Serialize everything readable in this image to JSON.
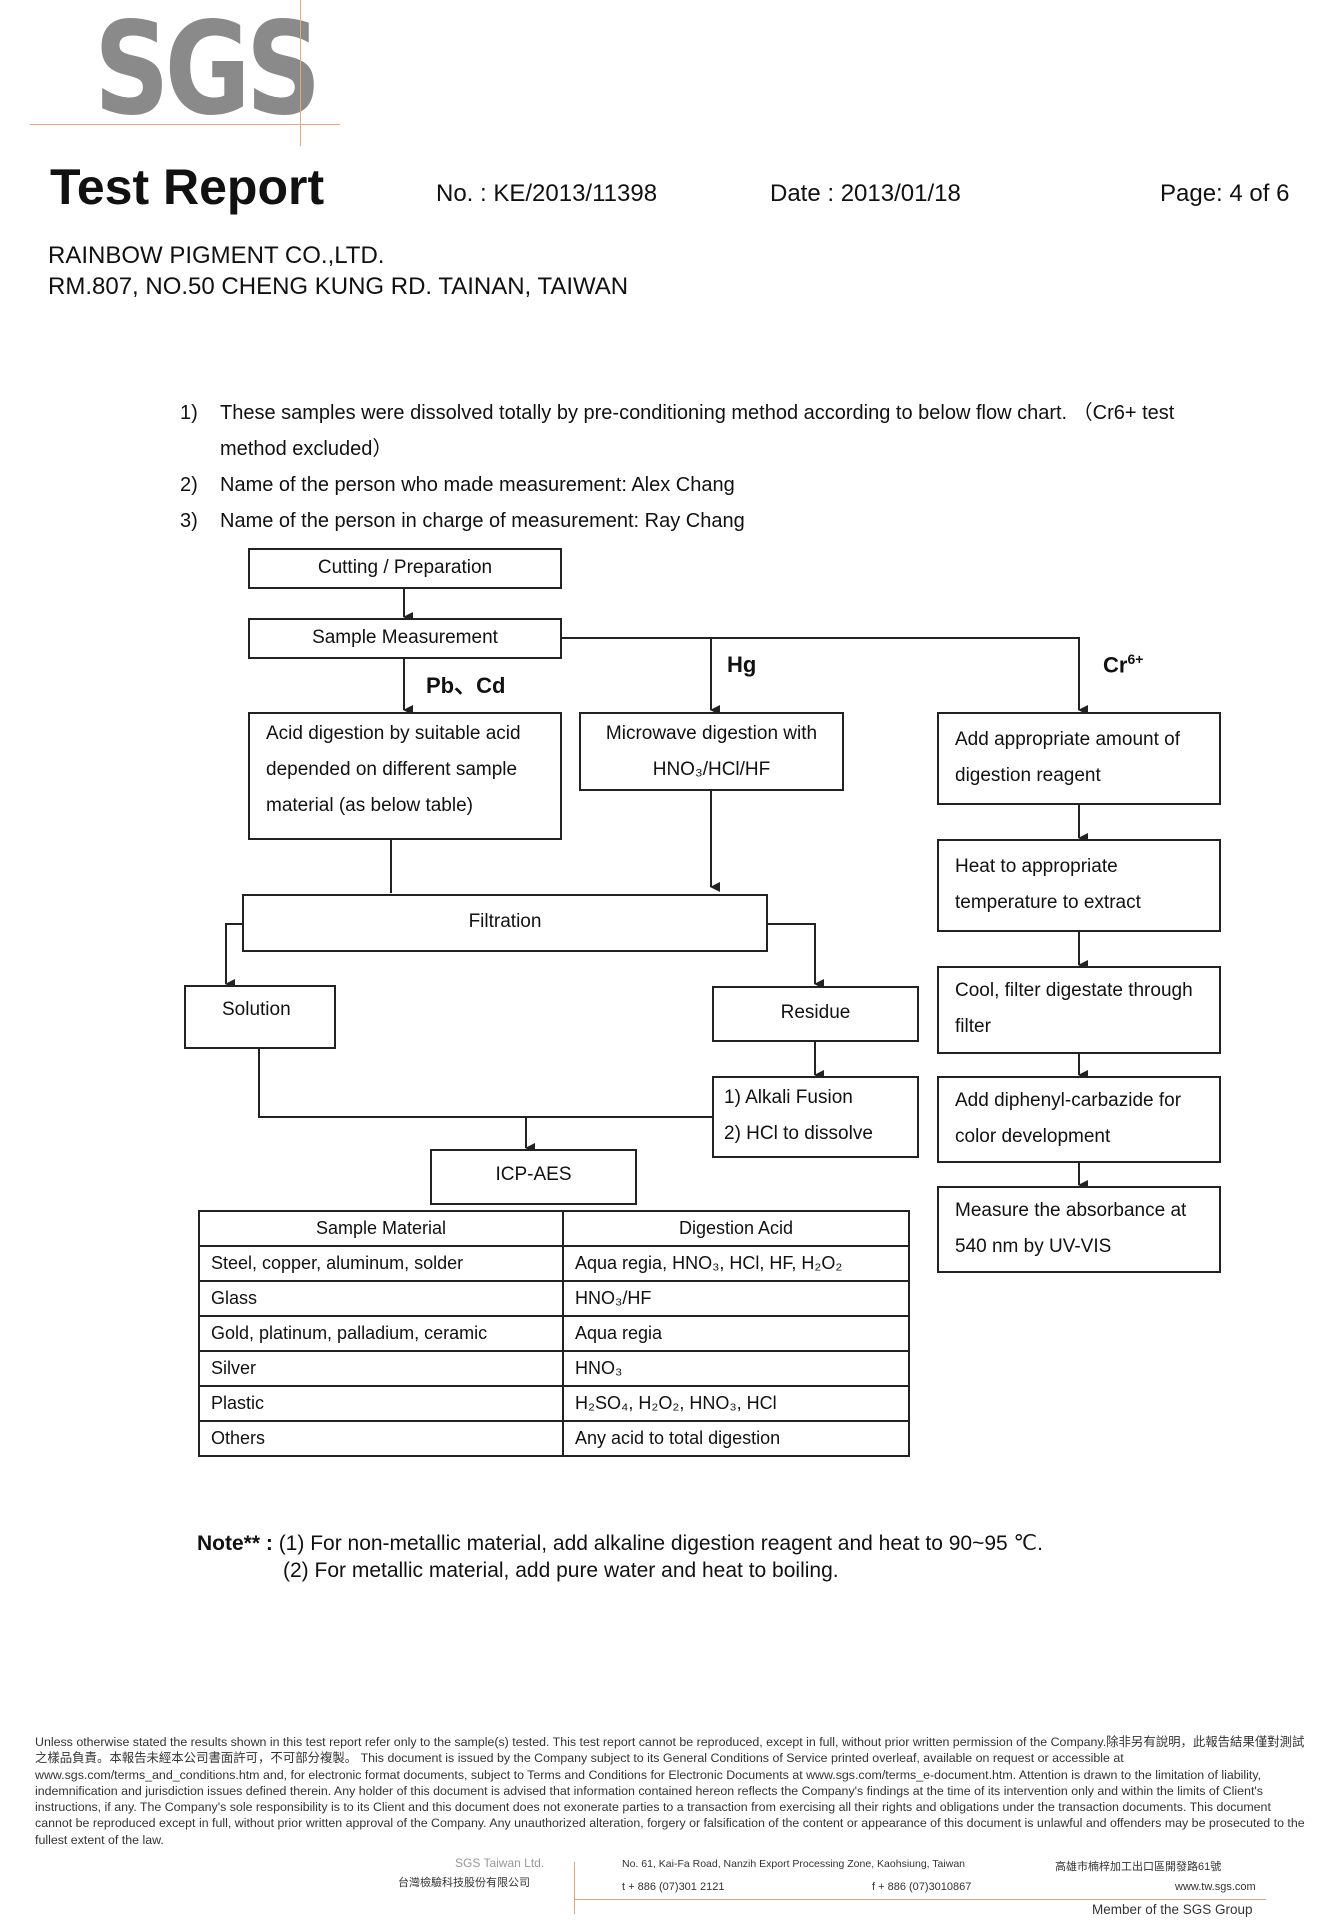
{
  "header": {
    "logo": "SGS",
    "title": "Test Report",
    "report_no": "No. : KE/2013/11398",
    "date": "Date : 2013/01/18",
    "page": "Page: 4 of 6"
  },
  "client": {
    "name": "RAINBOW PIGMENT CO.,LTD.",
    "address": "RM.807, NO.50 CHENG KUNG RD. TAINAN, TAIWAN"
  },
  "intro": [
    {
      "num": "1)",
      "text": "These samples were dissolved totally by pre-conditioning method according to below flow chart. （Cr6+ test method excluded）"
    },
    {
      "num": "2)",
      "text": "Name of the person who made measurement: Alex Chang"
    },
    {
      "num": "3)",
      "text": "Name of the person in charge of measurement:  Ray Chang"
    }
  ],
  "flow": {
    "cutting": "Cutting / Preparation",
    "sample_measurement": "Sample Measurement",
    "branch_pbcd": "Pb、Cd",
    "branch_hg": "Hg",
    "branch_cr": "Cr",
    "branch_cr_sup": "6+",
    "acid_digestion": "Acid digestion by suitable acid depended on different sample material (as below table)",
    "microwave_1": "Microwave digestion with",
    "microwave_2": "HNO₃/HCl/HF",
    "filtration": "Filtration",
    "solution": "Solution",
    "residue": "Residue",
    "alkali_1": "1)   Alkali Fusion",
    "alkali_2": "2)   HCl to dissolve",
    "icp": "ICP-AES",
    "cr_step1": "Add appropriate amount of digestion reagent",
    "cr_step2": "Heat to appropriate temperature to extract",
    "cr_step3": "Cool, filter digestate through filter",
    "cr_step4": "Add diphenyl-carbazide for color development",
    "cr_step5": "Measure  the  absorbance at 540 nm by UV-VIS"
  },
  "table": {
    "headers": [
      "Sample Material",
      "Digestion Acid"
    ],
    "rows": [
      [
        "Steel, copper, aluminum, solder",
        "Aqua regia, HNO₃, HCl, HF, H₂O₂"
      ],
      [
        "Glass",
        "HNO₃/HF"
      ],
      [
        "Gold, platinum, palladium, ceramic",
        "Aqua regia"
      ],
      [
        "Silver",
        "HNO₃"
      ],
      [
        "Plastic",
        "H₂SO₄, H₂O₂, HNO₃, HCl"
      ],
      [
        "Others",
        "Any acid to total digestion"
      ]
    ]
  },
  "note": {
    "label": "Note** :",
    "line1": "(1) For non-metallic material, add alkaline digestion reagent and heat to 90~95 ℃.",
    "line2": "(2) For metallic material, add pure water and heat to boiling."
  },
  "footer": {
    "disclaimer": "Unless otherwise stated the results shown in this test report refer only to the sample(s) tested. This test report cannot be reproduced, except in full, without prior written permission of the Company.除非另有說明，此報告結果僅對測試之樣品負責。本報告未經本公司書面許可，不可部分複製。 This document is issued by the Company subject to its General Conditions of Service printed overleaf, available on request or accessible at www.sgs.com/terms_and_conditions.htm and, for electronic format documents, subject to Terms and Conditions for Electronic Documents at www.sgs.com/terms_e-document.htm. Attention is drawn to the limitation of liability, indemnification and jurisdiction issues defined therein. Any holder of this document is advised that information contained hereon reflects the Company's findings at the time of its intervention only and within the limits of Client's instructions, if any. The Company's sole responsibility is to its Client and this document does not exonerate parties to a transaction from exercising all their rights and obligations under the transaction documents. This document cannot be reproduced except in full, without prior written approval of the Company. Any unauthorized alteration, forgery or falsification of the content or appearance of this document is unlawful and offenders may be prosecuted to the fullest extent of the law.",
    "company_en": "SGS Taiwan Ltd.",
    "company_cn": "台灣檢驗科技股份有限公司",
    "address": "No. 61, Kai-Fa Road, Nanzih Export Processing Zone, Kaohsiung, Taiwan",
    "address_cn": "高雄市楠梓加工出口區開發路61號",
    "tel": "t + 886 (07)301 2121",
    "fax": "f + 886 (07)3010867",
    "web": "www.tw.sgs.com",
    "member": "Member of the SGS Group"
  }
}
